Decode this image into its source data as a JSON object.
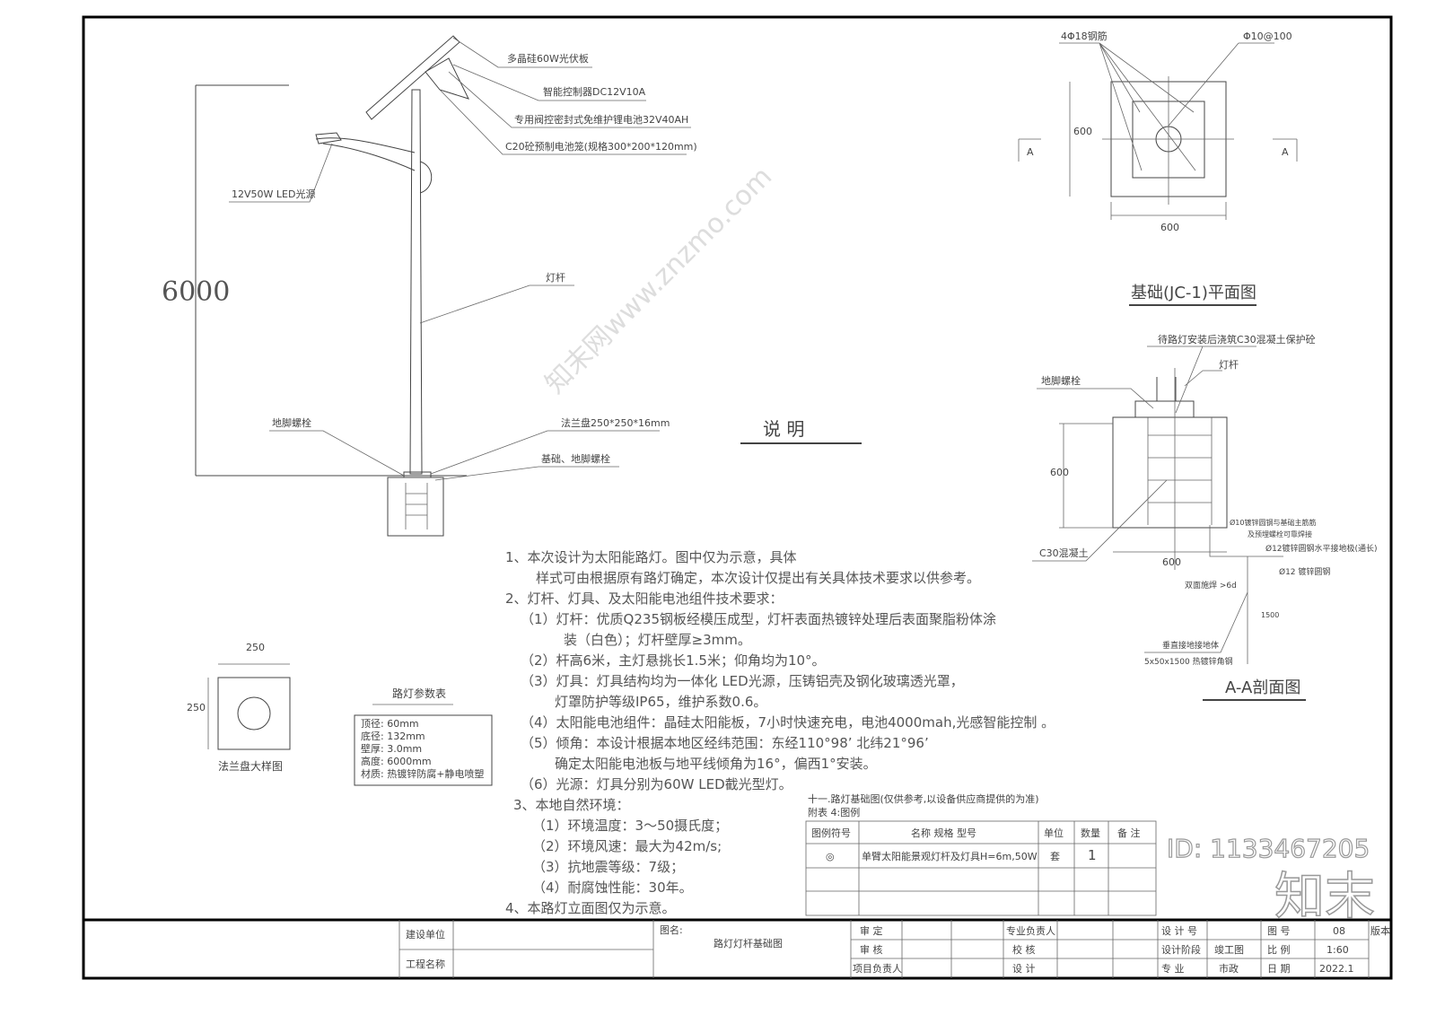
{
  "elevation": {
    "labels": {
      "panel": "多晶硅60W光伏板",
      "controller": "智能控制器DC12V10A",
      "battery": "专用阀控密封式免维护锂电池32V40AH",
      "battery_box": "C20砼预制电池笼(规格300*200*120mm)",
      "led": "12V50W LED光源",
      "pole": "灯杆",
      "anchor_bolt": "地脚螺栓",
      "flange": "法兰盘250*250*16mm",
      "foundation": "基础、地脚螺栓"
    },
    "height_dim": "6000"
  },
  "plan": {
    "rebar_label": "4Φ18钢筋",
    "stirrup_label": "Φ10@100",
    "dim_side": "600",
    "dim_bottom": "600",
    "section_mark": "A",
    "title": "基础(JC-1)平面图"
  },
  "section": {
    "protect_label": "待路灯安装后浇筑C30混凝土保护砼",
    "pole_label": "灯杆",
    "bolt_label": "地脚螺栓",
    "dim_height": "600",
    "dim_width": "600",
    "concrete_label": "C30混凝土",
    "rebar_note1": "Ø10镀锌圆钢与基础主筋筋",
    "rebar_note2": "及预埋螺栓可靠焊接",
    "ground_h": "Ø12镀锌圆钢水平接地极(通长)",
    "ground_v": "Ø12 镀锌圆钢",
    "weld_note": "双面施焊 >6d",
    "electrode_label": "垂直接地接地体",
    "electrode_spec": "5x50x1500 热镀锌角钢",
    "electrode_dim": "1500",
    "title": "A-A剖面图"
  },
  "flange_detail": {
    "dim_top": "250",
    "dim_side": "250",
    "title": "法兰盘大样图"
  },
  "params_table": {
    "title": "路灯参数表",
    "rows": [
      "顶径: 60mm",
      "底径: 132mm",
      "壁厚: 3.0mm",
      "高度: 6000mm",
      "材质: 热镀锌防腐+静电喷塑"
    ]
  },
  "notes": {
    "heading": "说    明",
    "lines": [
      "1、本次设计为太阳能路灯。图中仅为示意，具体",
      "样式可由根据原有路灯确定，本次设计仅提出有关具体技术要求以供参考。",
      "2、灯杆、灯具、及太阳能电池组件技术要求：",
      "（1）灯杆：优质Q235钢板经模压成型，灯杆表面热镀锌处理后表面聚脂粉体涂",
      "装（白色）；灯杆壁厚≥3mm。",
      "（2）杆高6米，主灯悬挑长1.5米；仰角均为10°。",
      "（3）灯具：灯具结构均为一体化 LED光源，压铸铝壳及钢化玻璃透光罩，",
      "灯罩防护等级IP65，维护系数0.6。",
      "（4）太阳能电池组件：晶硅太阳能板，7小时快速充电，电池4000mah,光感智能控制 。",
      "（5）倾角：本设计根据本地区经纬范围：东经110°98’ 北纬21°96’",
      "确定太阳能电池板与地平线倾角为16°，偏西1°安装。",
      "（6）光源：灯具分别为60W LED截光型灯。",
      "3、本地自然环境：",
      "（1）环境温度：3～50摄氏度；",
      "（2）环境风速：最大为42m/s;",
      "（3）抗地震等级：7级；",
      "（4）耐腐蚀性能：30年。",
      "4、本路灯立面图仅为示意。"
    ]
  },
  "legend_table": {
    "caption": "十一.路灯基础图(仅供参考,以设备供应商提供的为准)",
    "subcaption": "附表 4:图例",
    "headers": [
      "图例符号",
      "名称 规格 型号",
      "单位",
      "数量",
      "备 注"
    ],
    "rows": [
      [
        "◎",
        "单臂太阳能景观灯杆及灯具H=6m,50W",
        "套",
        "1",
        ""
      ]
    ]
  },
  "title_block": {
    "client_label": "建设单位",
    "project_label": "工程名称",
    "drawing_name_label": "图名:",
    "drawing_name": "路灯灯杆基础图",
    "approve": "审    定",
    "review": "审    核",
    "project_lead": "项目负责人",
    "discipline_lead": "专业负责人",
    "check": "校    核",
    "design": "设    计",
    "design_no": "设 计 号",
    "design_stage": "设计阶段",
    "stage_value": "竣工图",
    "discipline": "专    业",
    "discipline_value": "市政",
    "drawing_no": "图    号",
    "drawing_no_value": "08",
    "scale": "比    例",
    "scale_value": "1:60",
    "date": "日    期",
    "date_value": "2022.1",
    "version": "版本"
  },
  "watermark": {
    "logo": "知末",
    "id": "ID: 1133467205",
    "site": "知末网www.znzmo.com"
  }
}
